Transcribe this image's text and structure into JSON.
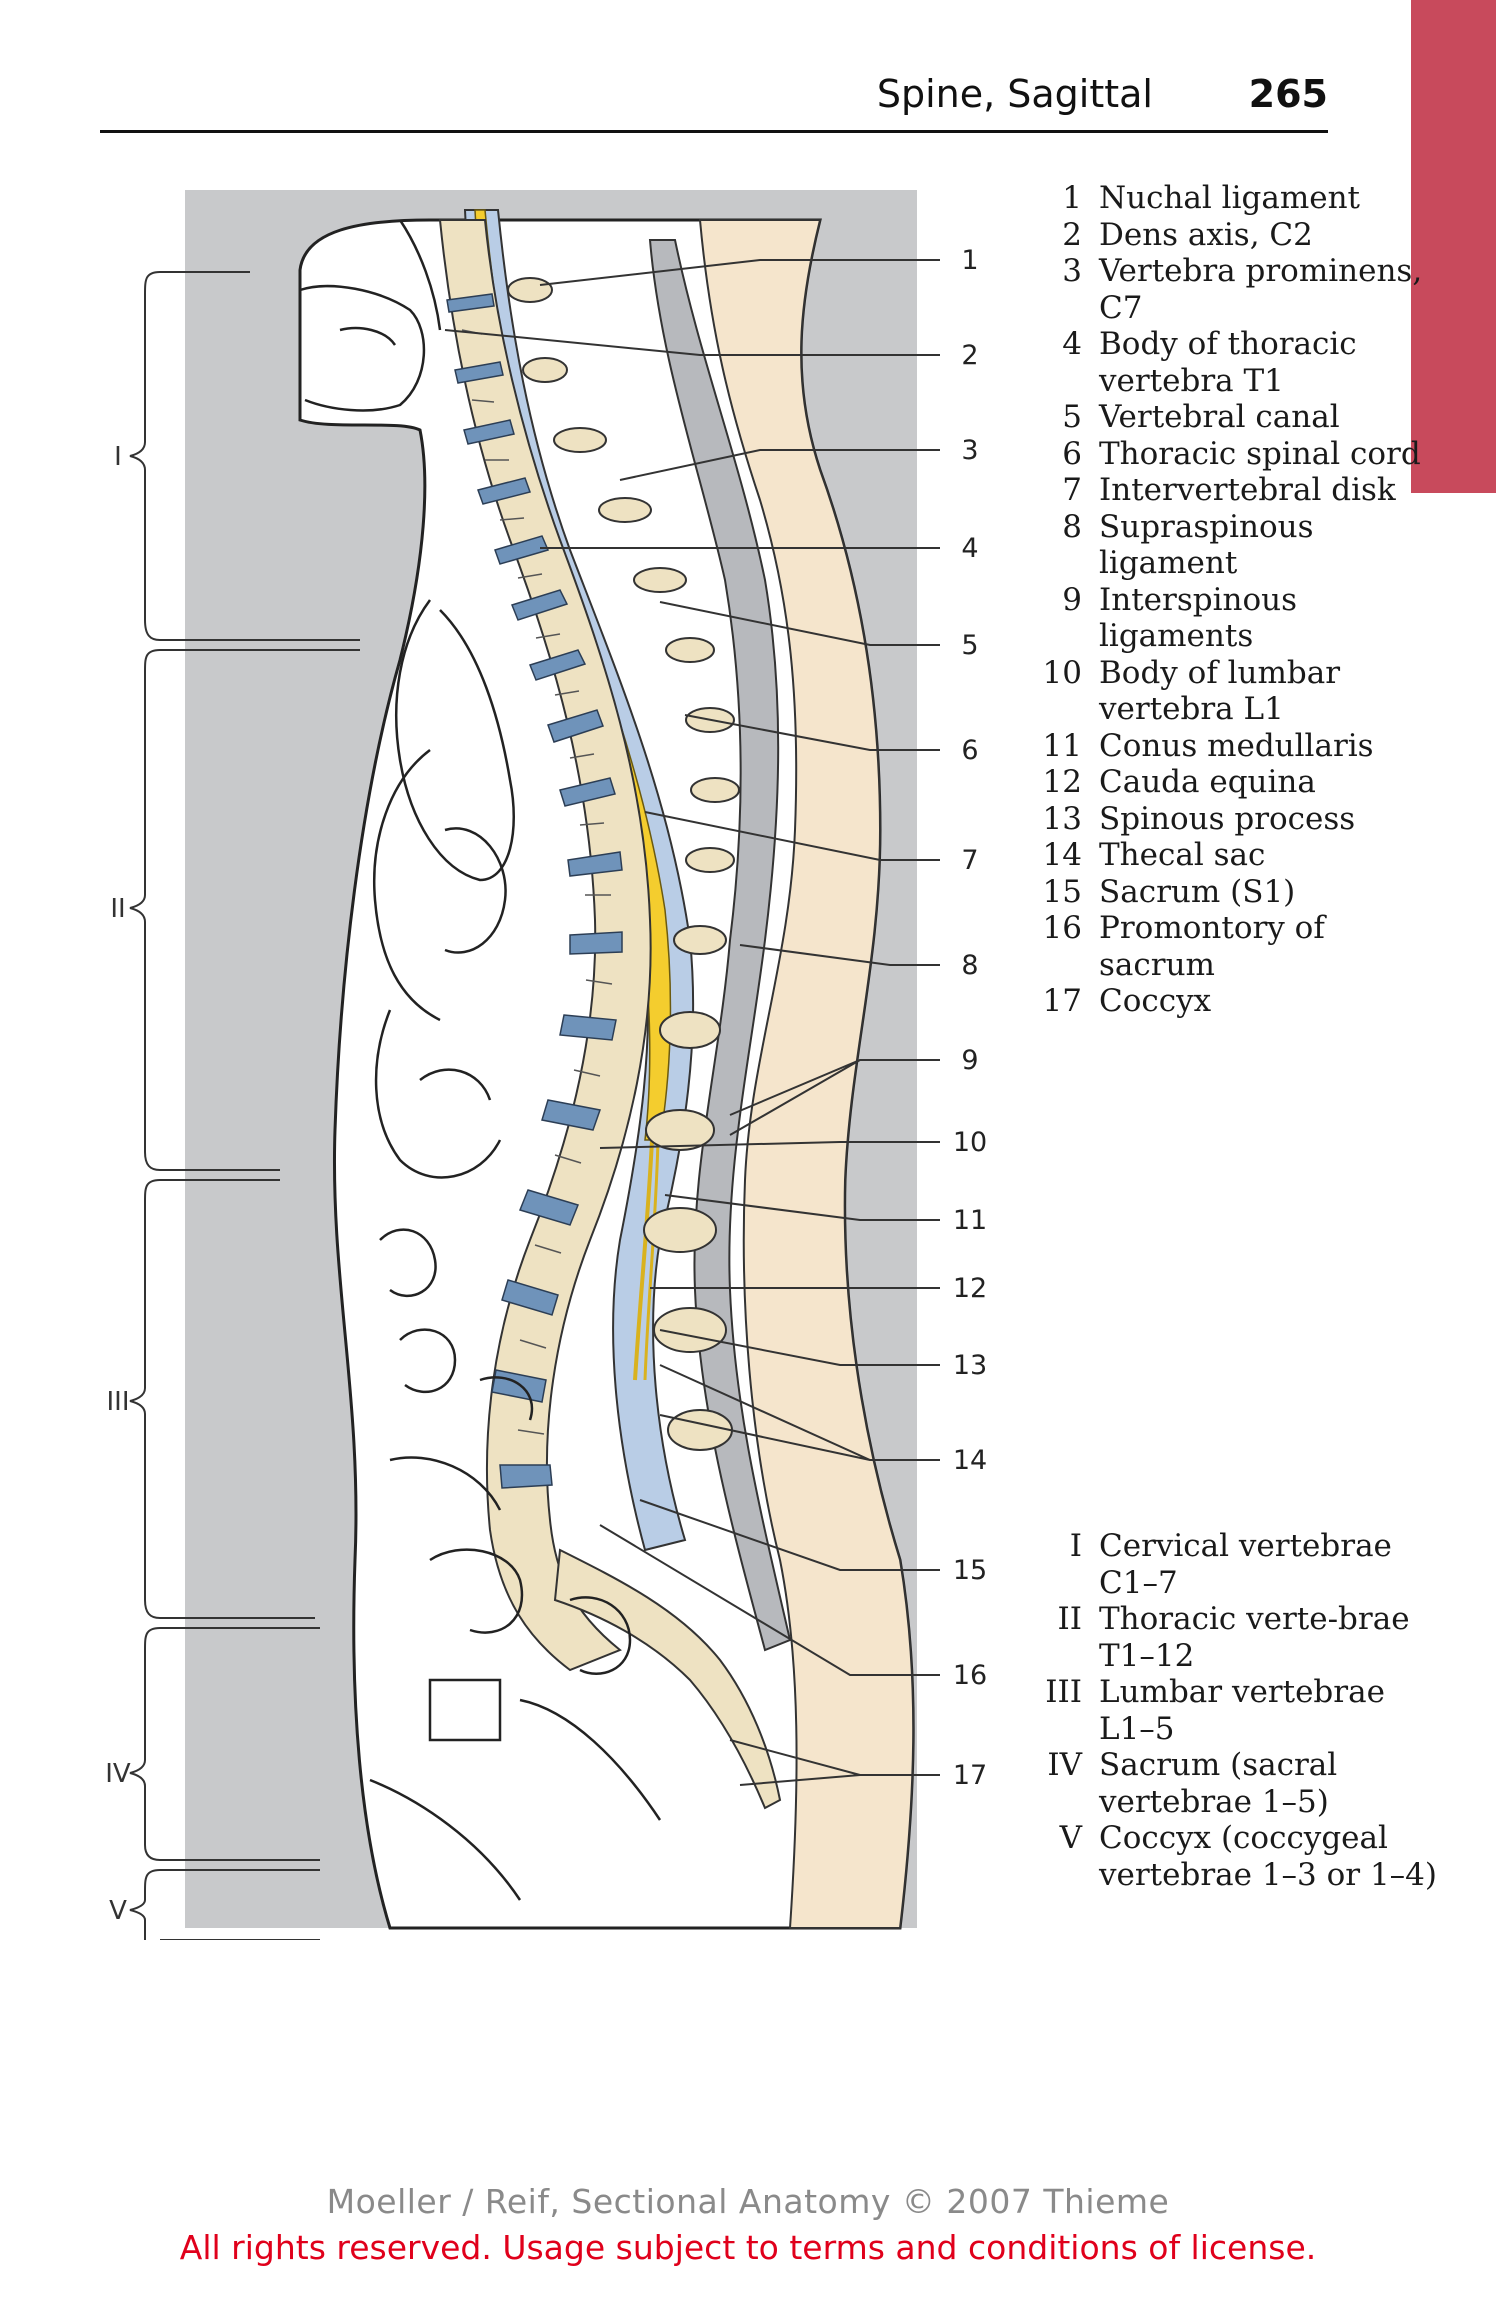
{
  "header": {
    "title": "Spine, Sagittal",
    "page_number": "265"
  },
  "figure": {
    "callouts": [
      "1",
      "2",
      "3",
      "4",
      "5",
      "6",
      "7",
      "8",
      "9",
      "10",
      "11",
      "12",
      "13",
      "14",
      "15",
      "16",
      "17"
    ],
    "regions": [
      "I",
      "II",
      "III",
      "IV",
      "V"
    ]
  },
  "legend": {
    "structures": [
      {
        "num": "1",
        "text": "Nuchal ligament"
      },
      {
        "num": "2",
        "text": "Dens axis, C2"
      },
      {
        "num": "3",
        "text": "Vertebra prominens, C7"
      },
      {
        "num": "4",
        "text": "Body of thoracic vertebra T1"
      },
      {
        "num": "5",
        "text": "Vertebral canal"
      },
      {
        "num": "6",
        "text": "Thoracic spinal cord"
      },
      {
        "num": "7",
        "text": "Intervertebral disk"
      },
      {
        "num": "8",
        "text": "Supraspinous ligament"
      },
      {
        "num": "9",
        "text": "Interspinous ligaments"
      },
      {
        "num": "10",
        "text": "Body of lumbar vertebra L1"
      },
      {
        "num": "11",
        "text": "Conus medullaris"
      },
      {
        "num": "12",
        "text": "Cauda equina"
      },
      {
        "num": "13",
        "text": "Spinous process"
      },
      {
        "num": "14",
        "text": "Thecal sac"
      },
      {
        "num": "15",
        "text": "Sacrum (S1)"
      },
      {
        "num": "16",
        "text": "Promontory of sacrum"
      },
      {
        "num": "17",
        "text": "Coccyx"
      }
    ],
    "regions": [
      {
        "num": "I",
        "text": "Cervical vertebrae C1–7"
      },
      {
        "num": "II",
        "text": "Thoracic verte-brae T1–12"
      },
      {
        "num": "III",
        "text": "Lumbar vertebrae L1–5"
      },
      {
        "num": "IV",
        "text": "Sacrum (sacral vertebrae 1–5)"
      },
      {
        "num": "V",
        "text": "Coccyx (coccygeal vertebrae 1–3 or 1–4)"
      }
    ]
  },
  "footer": {
    "copyright": "Moeller / Reif, Sectional Anatomy © 2007 Thieme",
    "rights": "All rights reserved. Usage subject to terms and conditions of license."
  },
  "colors": {
    "thumb_tab": "#c84a5c",
    "figure_bg": "#c8c9cb",
    "bone": "#eee2c2",
    "disk": "#6f93ba",
    "cord": "#f4cd2e",
    "csf": "#b9cde6",
    "skin": "#f5e5cc",
    "footer_rights": "#e0001b"
  }
}
